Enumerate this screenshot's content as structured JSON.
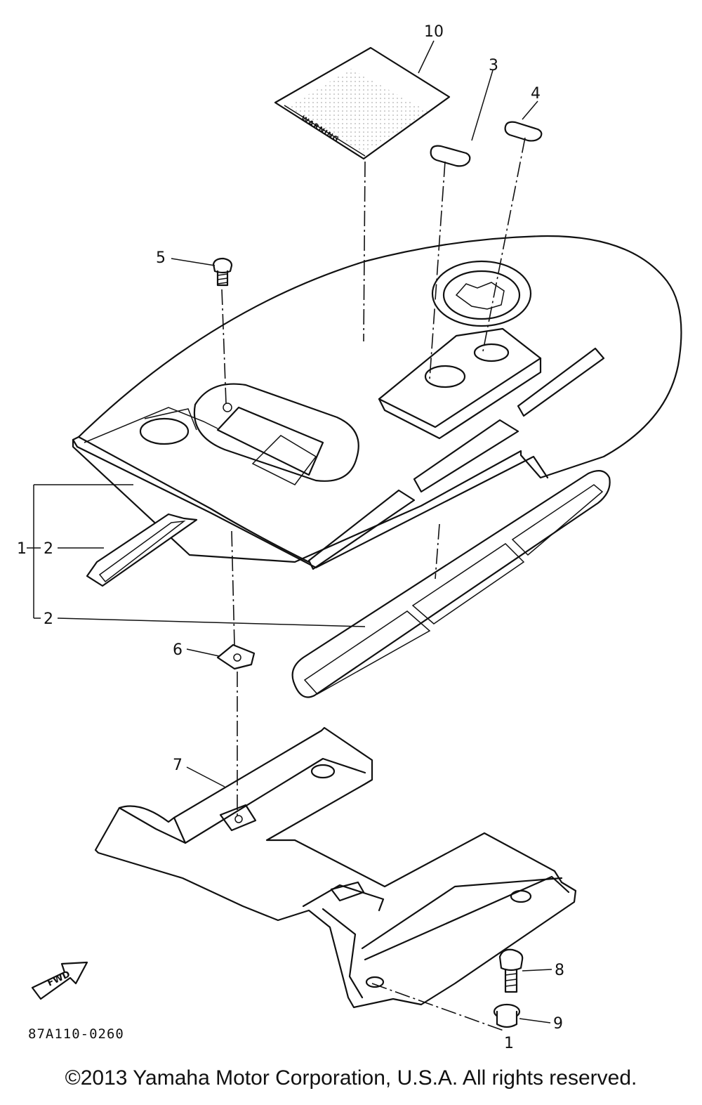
{
  "diagram": {
    "drawing_code": "87A110-0260",
    "fwd_label": "FWD",
    "warning_text": "WARNING",
    "callouts": {
      "c10": "10",
      "c3": "3",
      "c4": "4",
      "c5": "5",
      "c1": "1",
      "c2a": "2",
      "c2b": "2",
      "c6": "6",
      "c7": "7",
      "c8": "8",
      "c9": "9",
      "c1b": "1"
    }
  },
  "footer": {
    "copyright": "©2013 Yamaha Motor Corporation, U.S.A. All rights reserved."
  }
}
